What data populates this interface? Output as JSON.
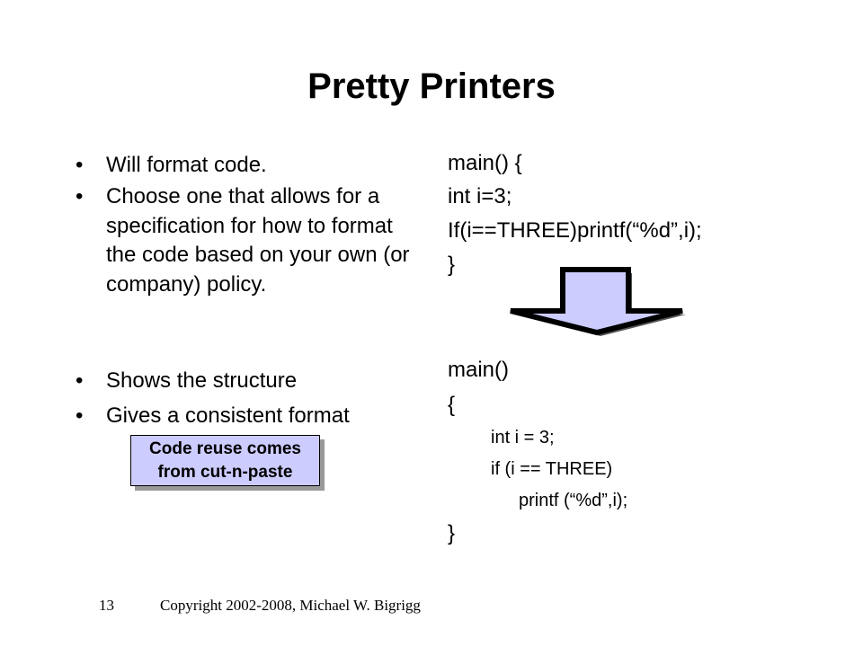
{
  "title": "Pretty Printers",
  "bullets": [
    {
      "symbol": "•",
      "text": "Will format code."
    },
    {
      "symbol": "•",
      "text": "Choose one that allows for a specification for how to format the code based on your own (or company) policy."
    },
    {
      "symbol": "•",
      "text": "Shows the structure"
    },
    {
      "symbol": "•",
      "text": "Gives a consistent format"
    }
  ],
  "callout": {
    "line1": "Code reuse comes",
    "line2": "from cut-n-paste"
  },
  "code_before": [
    "main() {",
    "int i=3;",
    "If(i==THREE)printf(“%d”,i);",
    "}"
  ],
  "code_after": [
    "main()",
    "{",
    "int i = 3;",
    "if (i == THREE)",
    "printf (“%d”,i);",
    "}"
  ],
  "footer": {
    "page": "13",
    "copyright": "Copyright 2002-2008, Michael W. Bigrigg"
  },
  "colors": {
    "arrow_fill": "#ccccff",
    "callout_fill": "#ccccff"
  }
}
